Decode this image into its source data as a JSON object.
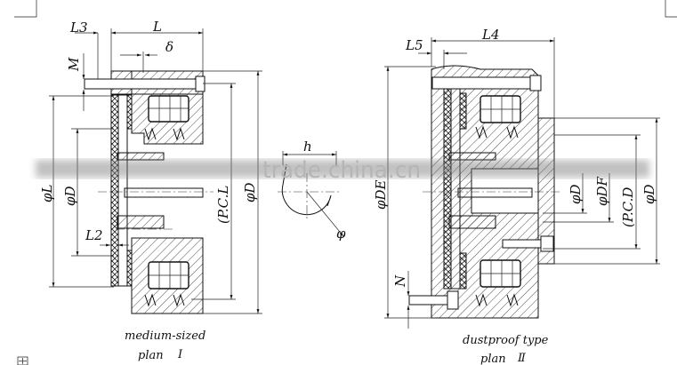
{
  "plan1": {
    "labels": {
      "L3": "L3",
      "L": "L",
      "delta": "δ",
      "M": "M",
      "phiL": "φL",
      "phiD_inner": "φD",
      "L2": "L2",
      "PCL": "(P.C.L",
      "phiD_outer": "φD"
    },
    "caption_line1": "medium-sized",
    "caption_line2": "plan",
    "caption_numeral": "Ⅰ"
  },
  "key_detail": {
    "labels": {
      "h": "h",
      "phi": "φ"
    }
  },
  "plan2": {
    "labels": {
      "L5": "L5",
      "L4": "L4",
      "phiDE": "φDE",
      "N": "N",
      "phiD_bore": "φD",
      "phiDF": "φDF",
      "PCD": "(P.C.D",
      "phiD_flange": "φD"
    },
    "caption_line1": "dustproof type",
    "caption_line2": "plan",
    "caption_numeral": "Ⅱ"
  },
  "watermark": "trade.china.cn"
}
